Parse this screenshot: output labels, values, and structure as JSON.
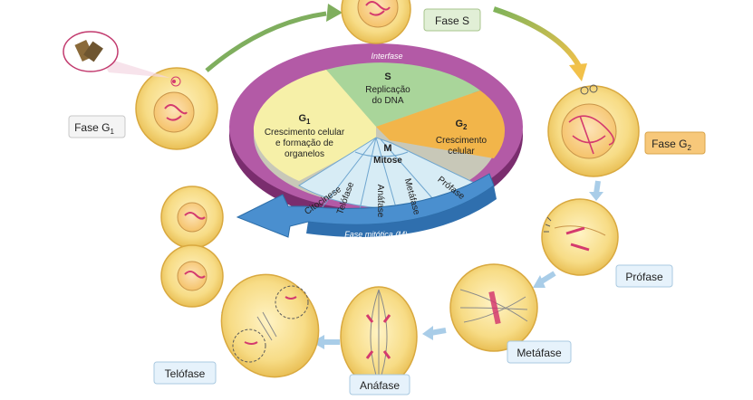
{
  "interphase_label": "Interfase",
  "mitotic_phase_label": "Fase mitótica (M)",
  "sectors": {
    "s": {
      "title": "S",
      "lines": [
        "Replicação",
        "do DNA"
      ]
    },
    "g1": {
      "title": "G",
      "sub": "1",
      "lines": [
        "Crescimento celular",
        "e formação de",
        "organelos"
      ]
    },
    "g2": {
      "title": "G",
      "sub": "2",
      "lines": [
        "Crescimento",
        "celular"
      ]
    },
    "m": {
      "title": "M",
      "subtitle": "Mitose"
    }
  },
  "mitosis_stages": [
    "Citocinese",
    "Telófase",
    "Anáfase",
    "Metáfase",
    "Prófase"
  ],
  "phase_labels": {
    "s": "Fase S",
    "g1": "Fase G",
    "g1_sub": "1",
    "g2": "Fase G",
    "g2_sub": "2",
    "prophase": "Prófase",
    "metaphase": "Metáfase",
    "anaphase": "Anáfase",
    "telophase": "Telófase"
  },
  "colors": {
    "cell_fill": "#f7d77a",
    "cell_inner": "#fbe9a6",
    "chromatin": "#d43a6e",
    "interphase_ring": "#a94c9a",
    "g1_sector": "#f6f0a8",
    "s_sector": "#a9d59a",
    "g2_sector": "#f2b54a",
    "m_sector": "#d7ecf5",
    "mitosis_arrow": "#4a8fcf",
    "cycle_arrow": "#8fb25a",
    "label_box_blue": "#e6f2fb",
    "label_box_orange": "#f7c87a"
  }
}
